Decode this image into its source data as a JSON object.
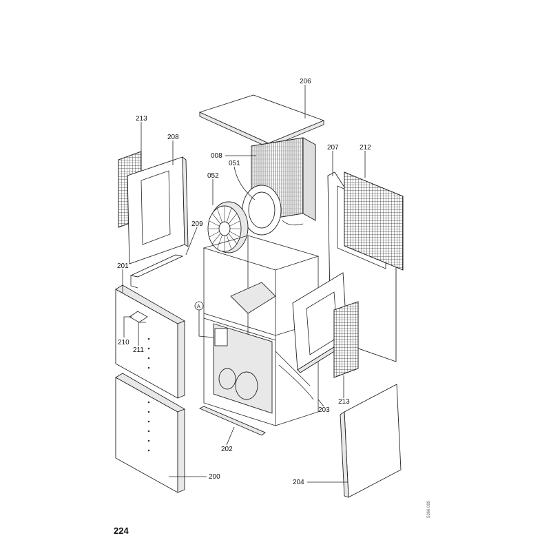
{
  "page_number": "224",
  "document_code": "5366 089",
  "callouts": {
    "c206": "206",
    "c213a": "213",
    "c208": "208",
    "c008": "008",
    "c051": "051",
    "c052": "052",
    "c207": "207",
    "c212": "212",
    "c209": "209",
    "c201": "201",
    "cA": "A",
    "c210": "210",
    "c211": "211",
    "c203": "203",
    "c213b": "213",
    "c202": "202",
    "c200": "200",
    "c204": "204"
  }
}
